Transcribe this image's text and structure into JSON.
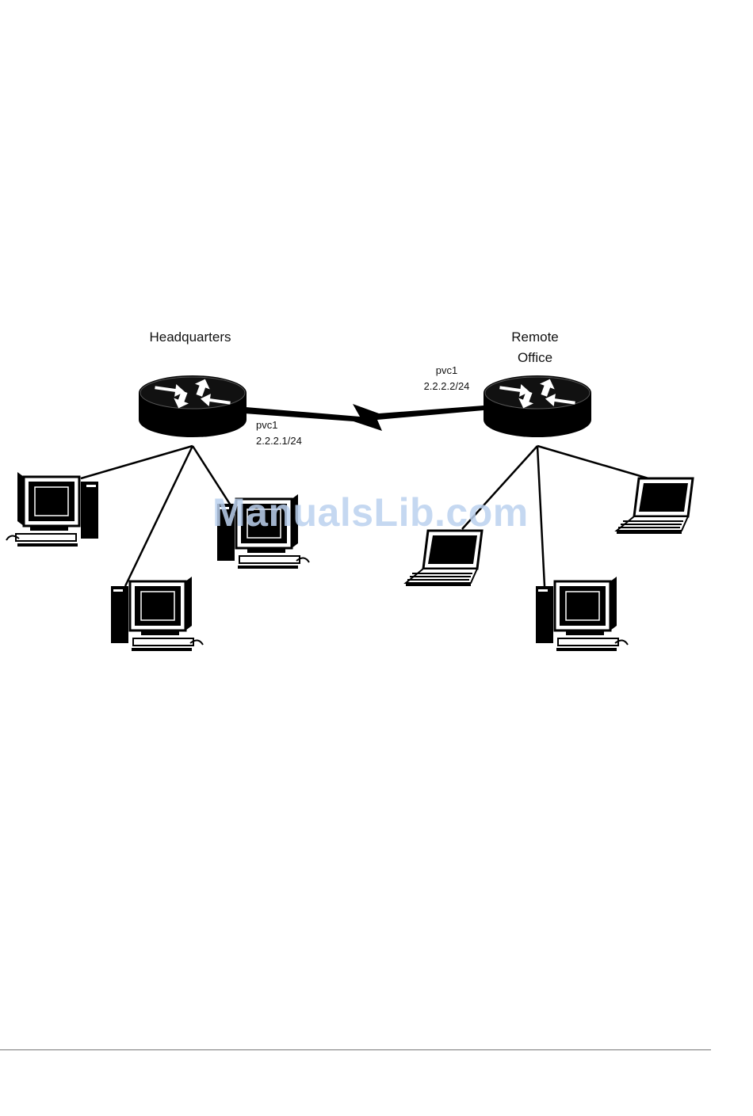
{
  "headquarters": {
    "title": "Headquarters",
    "link_name": "pvc1",
    "link_ip": "2.2.2.1/24"
  },
  "remote_office": {
    "title_line1": "Remote",
    "title_line2": "Office",
    "link_name": "pvc1",
    "link_ip": "2.2.2.2/24"
  },
  "watermark": "ManualsLib.com",
  "icons": {
    "router": "router-icon",
    "desktop": "desktop-computer-icon",
    "laptop": "laptop-icon",
    "wan_link": "serial-link-icon"
  }
}
